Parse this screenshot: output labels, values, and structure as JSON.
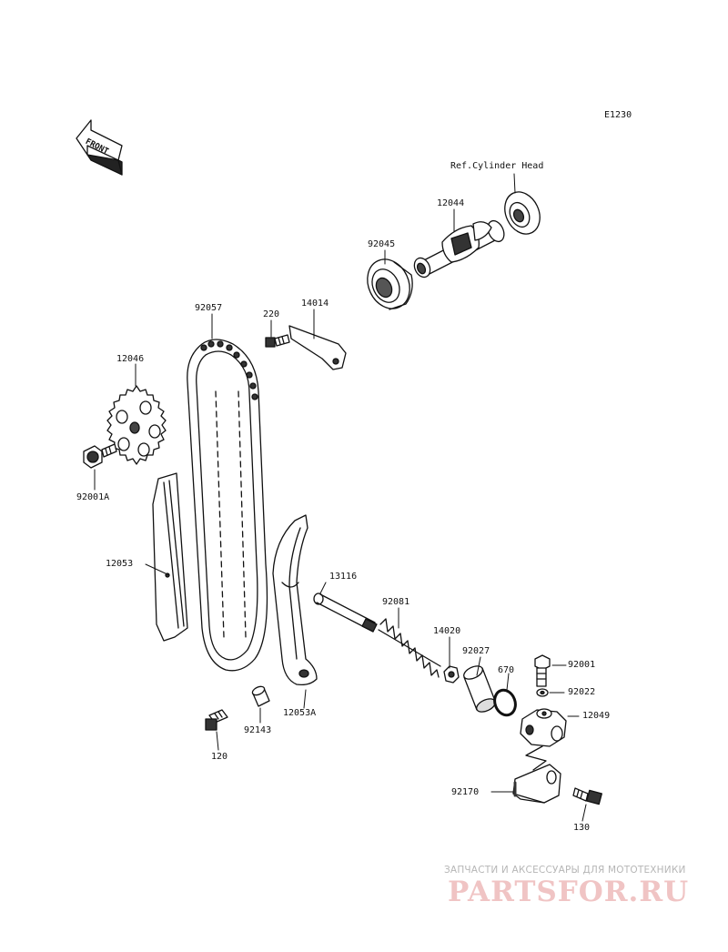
{
  "diagram_code": "E1230",
  "front_label": "FRONT",
  "ref_label": "Ref.Cylinder Head",
  "parts": {
    "p12044": "12044",
    "p92045": "92045",
    "p92057": "92057",
    "p220": "220",
    "p14014": "14014",
    "p12046": "12046",
    "p92001A": "92001A",
    "p12053": "12053",
    "p13116": "13116",
    "p92081": "92081",
    "p14020": "14020",
    "p92027": "92027",
    "p670": "670",
    "p92001": "92001",
    "p92022": "92022",
    "p12049": "12049",
    "p12053A": "12053A",
    "p92143": "92143",
    "p120": "120",
    "p92170": "92170",
    "p130": "130"
  },
  "watermark": {
    "line1": "ЗАПЧАСТИ И АКСЕССУАРЫ ДЛЯ МОТОТЕХНИКИ",
    "line2": "PARTSFOR.RU"
  }
}
